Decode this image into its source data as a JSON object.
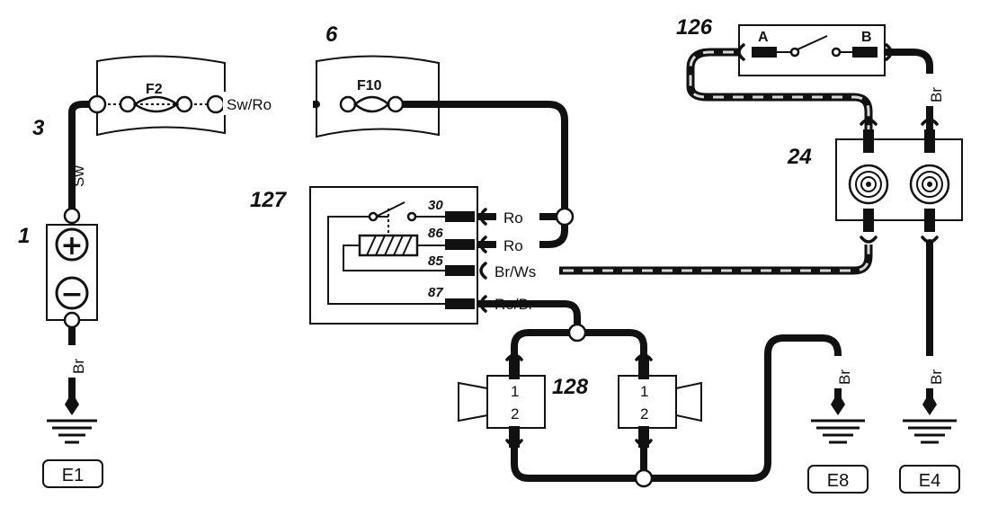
{
  "components": {
    "battery": "1",
    "fuse_box_a": "3",
    "fuse_box_b": "6",
    "horn_relay": "127",
    "horns": "128",
    "horn_switch": "126",
    "clock_spring": "24"
  },
  "fuses": {
    "f2": "F2",
    "f10": "F10"
  },
  "battery_symbols": {
    "plus": "+",
    "minus": "−"
  },
  "relay_pins": {
    "p30": "30",
    "p86": "86",
    "p85": "85",
    "p87": "87"
  },
  "switch_terminals": {
    "a": "A",
    "b": "B"
  },
  "horn_pins": {
    "one": "1",
    "two": "2"
  },
  "wire_colors": {
    "sw": "Sw",
    "sw_ro": "Sw/Ro",
    "ro": "Ro",
    "br_ws": "Br/Ws",
    "ro_br": "Ro/Br",
    "br": "Br"
  },
  "grounds": {
    "e1": "E1",
    "e8": "E8",
    "e4": "E4"
  }
}
